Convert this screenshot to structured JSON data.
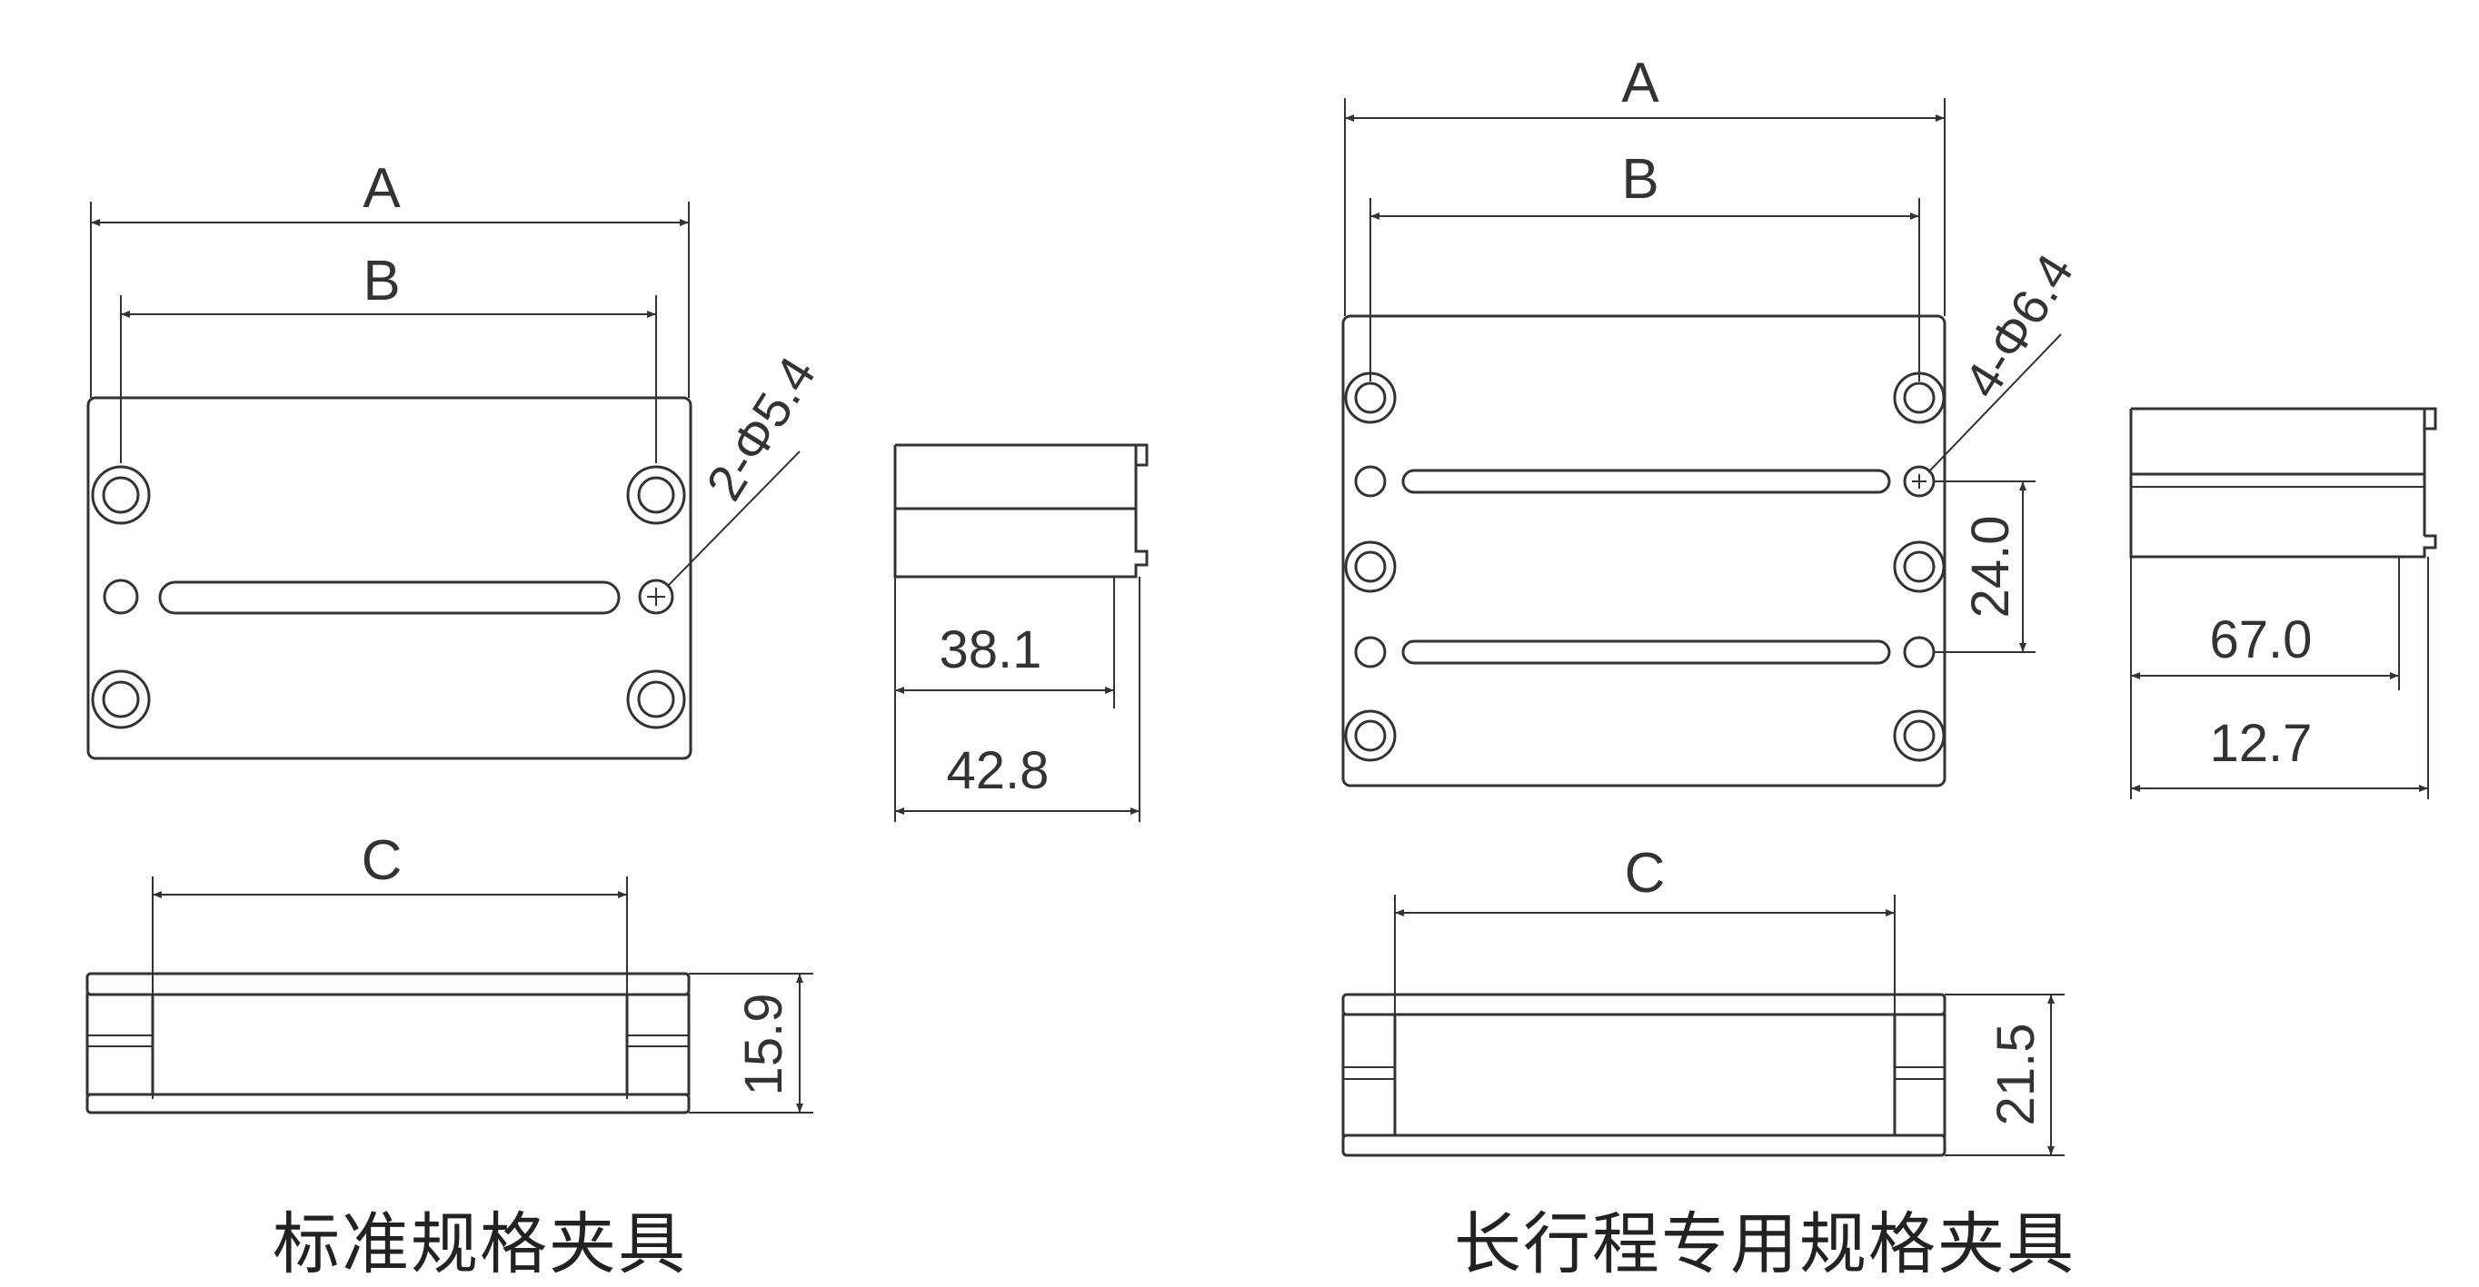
{
  "captions": {
    "standard": "标准规格夹具",
    "long_stroke": "长行程专用规格夹具"
  },
  "labels": {
    "a": "A",
    "b": "B",
    "c": "C"
  },
  "standard": {
    "hole_callout": "2-Φ5.4",
    "side_inner": "38.1",
    "side_outer": "42.8",
    "height": "15.9"
  },
  "long": {
    "hole_callout": "4-Φ6.4",
    "slot_pitch": "24.0",
    "side_inner": "67.0",
    "side_outer": "12.7",
    "height": "21.5"
  },
  "colors": {
    "line": "#333333"
  }
}
